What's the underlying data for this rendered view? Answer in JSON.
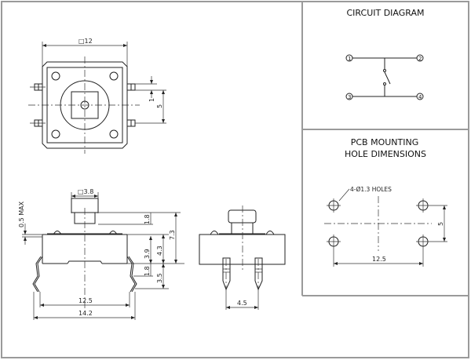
{
  "drawing": {
    "top_view": {
      "body_dimension": "□12",
      "pin_pitch_small": "1",
      "pin_pitch_large": "5"
    },
    "side_view": {
      "actuator_dimension": "□3.8",
      "max_gap": "0.5 MAX",
      "actuator_height": "1.8",
      "body_height": "3.9",
      "total_body": "4.3",
      "overall_height": "7.3",
      "lead_offset": "1.8",
      "lead_length": "3.5",
      "lead_span_inner": "12.5",
      "lead_span_outer": "14.2"
    },
    "end_view": {
      "pin_spacing": "4.5"
    },
    "circuit_diagram": {
      "title": "CIRCUIT DIAGRAM",
      "pins": [
        "①",
        "②",
        "③",
        "④"
      ]
    },
    "pcb_mounting": {
      "title_line1": "PCB MOUNTING",
      "title_line2": "HOLE DIMENSIONS",
      "hole_note": "4-Ø1.3 HOLES",
      "horizontal_spacing": "12.5",
      "vertical_spacing": "5"
    }
  }
}
